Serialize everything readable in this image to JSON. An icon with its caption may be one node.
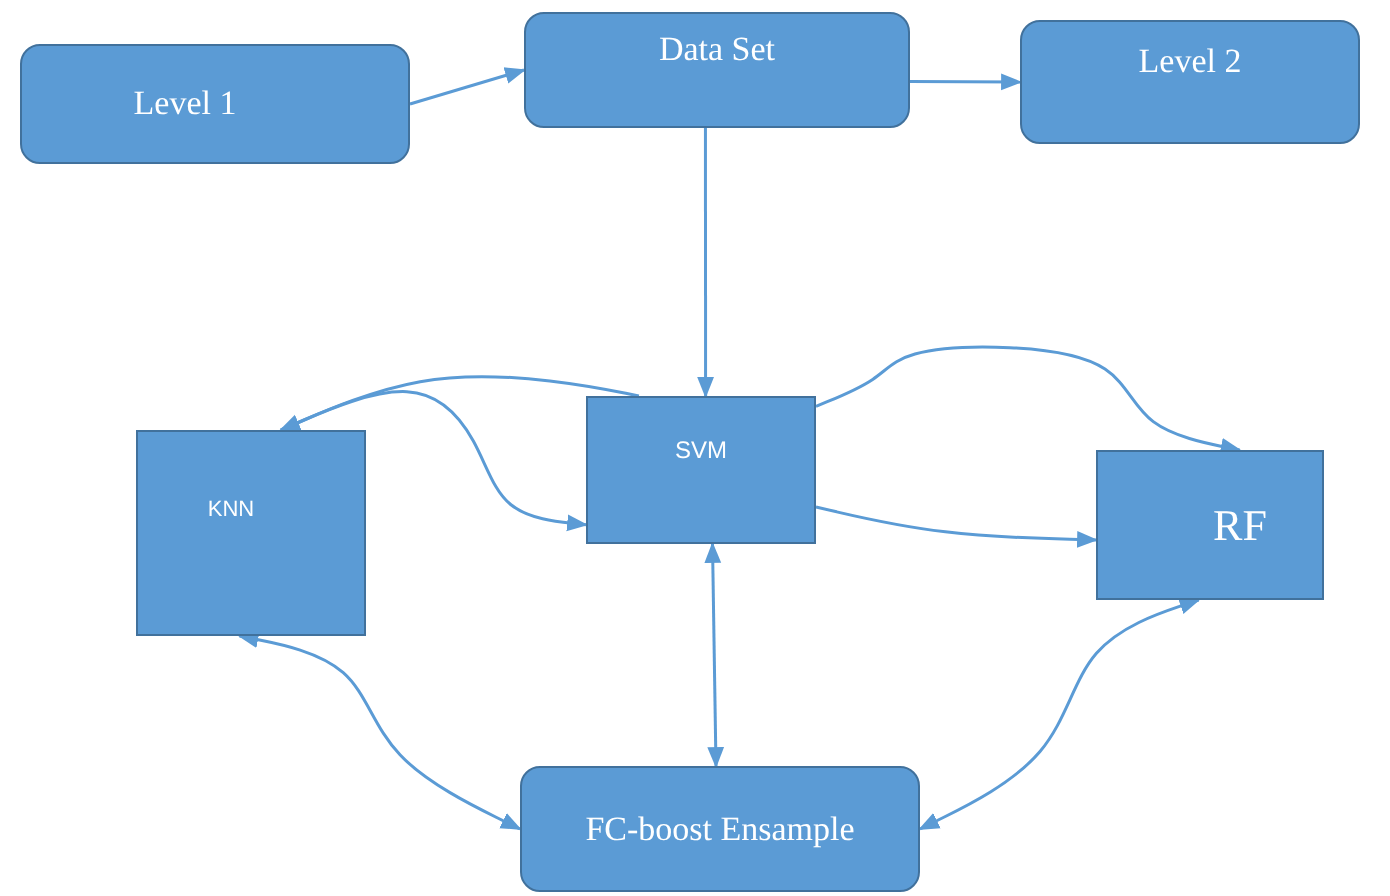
{
  "diagram": {
    "nodes": [
      {
        "text": [
          "Level 1"
        ]
      },
      {
        "text": [
          "Data Set"
        ]
      },
      {
        "text": [
          "Level 2"
        ]
      },
      {
        "text": [
          "SVM"
        ]
      },
      {
        "text": [
          "KNN"
        ]
      },
      {
        "text": [
          "RF"
        ]
      },
      {
        "text": [
          "FC-boost Ensample"
        ]
      }
    ],
    "edges": [
      {
        "from": 0,
        "to": 1,
        "arrow": "to"
      },
      {
        "from": 1,
        "to": 2,
        "arrow": "to"
      },
      {
        "from": 1,
        "to": 3,
        "arrow": "to"
      },
      {
        "from": 3,
        "to": 4,
        "arrow": "to"
      },
      {
        "from": 4,
        "to": 3,
        "arrow": "to"
      },
      {
        "from": 3,
        "to": 5,
        "arrow": "to"
      },
      {
        "from": 3,
        "to": 5,
        "arrow": "to"
      },
      {
        "from": 3,
        "to": 6,
        "arrow": "both"
      },
      {
        "from": 4,
        "to": 6,
        "arrow": "both"
      },
      {
        "from": 5,
        "to": 6,
        "arrow": "both"
      }
    ]
  }
}
